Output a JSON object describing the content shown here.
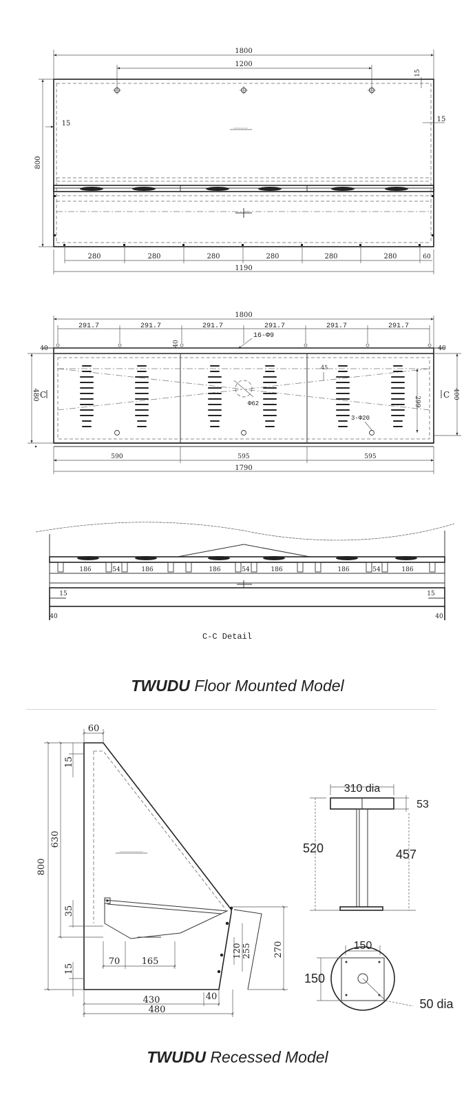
{
  "floor_model": {
    "caption_bold": "TWUDU",
    "caption_rest": "Floor Mounted Model",
    "top_view": {
      "overall_width": "1800",
      "hole_spacing": "1200",
      "edge_right_top": "15",
      "edge_left": "15",
      "edge_right": "15",
      "height": "800",
      "spacing": [
        "280",
        "280",
        "280",
        "280",
        "280",
        "280"
      ],
      "end_offset": "60",
      "bottom_width": "1190"
    },
    "front_view": {
      "overall_width": "1800",
      "spacing": [
        "291.7",
        "291.7",
        "291.7",
        "291.7",
        "291.7",
        "291.7"
      ],
      "holes_label": "16-Φ9",
      "inset_mid": "40",
      "inset_left": "40",
      "inset_right": "40",
      "height": "480",
      "section_mark": "C",
      "section_height": "400",
      "inner_height": "299",
      "small_dim": "45",
      "pipe_dia": "Φ62",
      "drain_holes": "3-Φ20",
      "bays": [
        "590",
        "595",
        "595"
      ],
      "bottom_width": "1790"
    },
    "detail_view": {
      "spacing": [
        "186",
        "54",
        "186",
        "186",
        "54",
        "186",
        "186",
        "54",
        "186"
      ],
      "edge_left": "15",
      "edge_right": "15",
      "foot_left": "40",
      "foot_right": "40",
      "title": "C-C Detail"
    }
  },
  "recessed_model": {
    "caption_bold": "TWUDU",
    "caption_rest": "Recessed Model",
    "side_view": {
      "top_width": "60",
      "top_margin": "15",
      "overall_height": "800",
      "upper_height": "630",
      "mid": "35",
      "bottom_margin": "15",
      "seg_70": "70",
      "seg_165": "165",
      "depth_120": "120",
      "depth_255": "255",
      "front_height": "270",
      "base_430": "430",
      "base_40": "40",
      "base_480": "480"
    },
    "pedestal": {
      "top_dia": "310 dia",
      "plate": "53",
      "height": "520",
      "column": "457",
      "plate_size": "150",
      "plate_size_v": "150",
      "pipe_dia": "50 dia"
    }
  }
}
